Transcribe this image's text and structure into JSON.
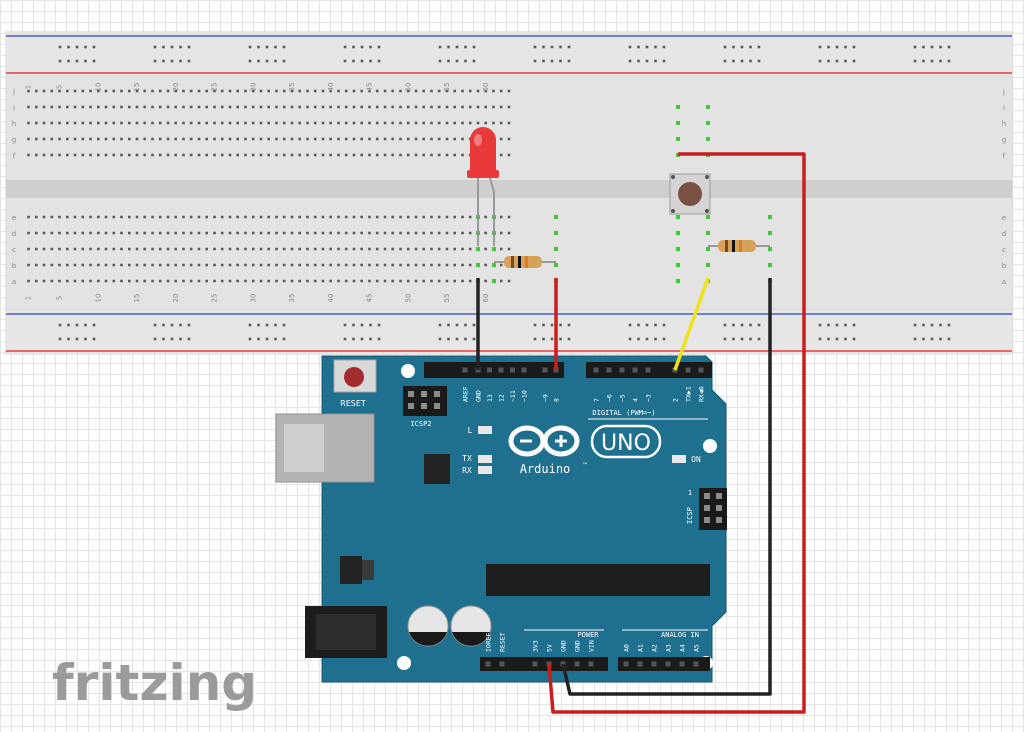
{
  "breadboard": {
    "row_letters": [
      "j",
      "i",
      "h",
      "g",
      "f",
      "e",
      "d",
      "c",
      "b",
      "a"
    ],
    "column_numbers": [
      "1",
      "5",
      "10",
      "15",
      "20",
      "25",
      "30",
      "35",
      "40",
      "45",
      "50",
      "55",
      "60"
    ],
    "power_rail_colors": {
      "positive": "#e33b3b",
      "negative": "#4a5bd6"
    }
  },
  "arduino": {
    "board_color": "#1f6f8f",
    "reset_label": "RESET",
    "icsp2_label": "ICSP2",
    "icsp_label": "ICSP",
    "icsp_pin1_label": "1",
    "digital_title": "DIGITAL (PWM=~)",
    "digital_pins": [
      "AREF",
      "GND",
      "13",
      "12",
      "~11",
      "~10",
      "~9",
      "8",
      "7",
      "~6",
      "~5",
      "4",
      "~3",
      "2",
      "TX▶1",
      "RX◀0"
    ],
    "power_title": "POWER",
    "power_pins": [
      "IOREF",
      "RESET",
      "3V3",
      "5V",
      "GND",
      "GND",
      "VIN"
    ],
    "analog_title": "ANALOG IN",
    "analog_pins": [
      "A0",
      "A1",
      "A2",
      "A3",
      "A4",
      "A5"
    ],
    "led_l_label": "L",
    "led_tx_label": "TX",
    "led_rx_label": "RX",
    "on_label": "ON",
    "brand": "Arduino",
    "brand_tm": "™",
    "model": "UNO"
  },
  "components": {
    "led_color": "#e8393a",
    "resistor_body_color": "#d9a25a",
    "pushbutton_cap_color": "#7a5040"
  },
  "wires": {
    "red": "#c81e1e",
    "black": "#222222",
    "yellow": "#f2e21b",
    "grey": "#9a9a9a"
  },
  "logo": "fritzing"
}
